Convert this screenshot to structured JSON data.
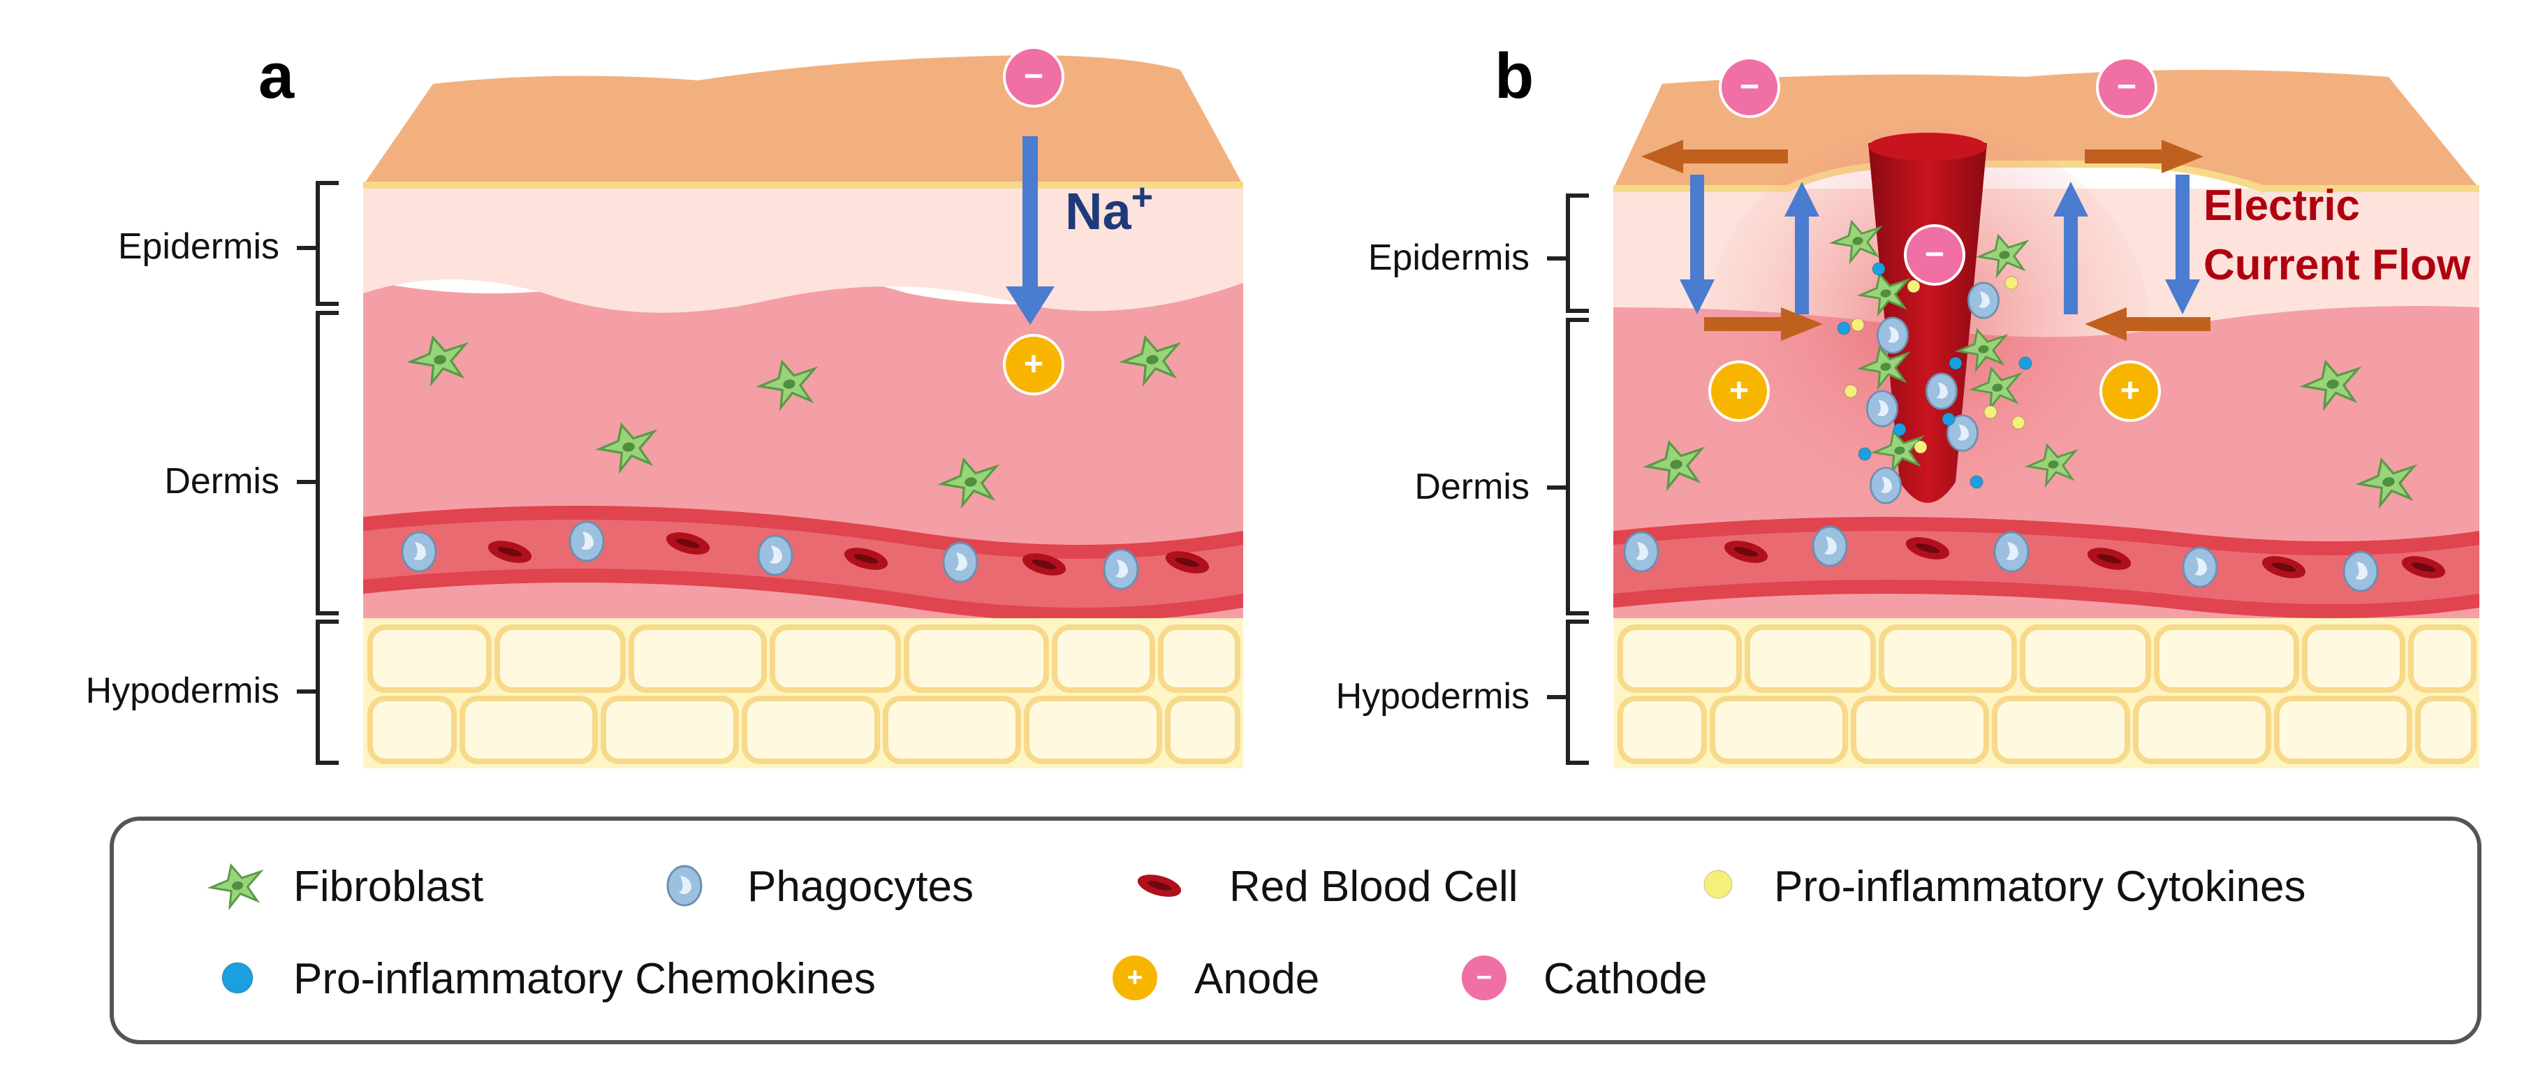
{
  "panels": {
    "a": {
      "label": "a",
      "layers": {
        "epidermis": "Epidermis",
        "dermis": "Dermis",
        "hypodermis": "Hypodermis"
      },
      "ion": "Na",
      "ion_charge": "+"
    },
    "b": {
      "label": "b",
      "layers": {
        "epidermis": "Epidermis",
        "dermis": "Dermis",
        "hypodermis": "Hypodermis"
      },
      "current_line1": "Electric",
      "current_line2": "Current Flow"
    }
  },
  "symbols": {
    "cathode": "−",
    "anode": "+"
  },
  "legend": {
    "fibroblast": "Fibroblast",
    "phagocytes": "Phagocytes",
    "red_blood_cell": "Red Blood Cell",
    "cytokines": "Pro-inflammatory Cytokines",
    "chemokines": "Pro-inflammatory Chemokines",
    "anode": "Anode",
    "cathode": "Cathode"
  },
  "colors": {
    "skin_top": "#f2b07e",
    "epidermis": "#fde3dc",
    "dermis": "#f49fa5",
    "vessel": "#e0444f",
    "hypodermis": "#fff4c4",
    "fibroblast": "#9ad47a",
    "phagocyte": "#9cc0e0",
    "rbc": "#b0101c",
    "cytokine": "#f4f07a",
    "chemokine": "#1a9fe0",
    "anode": "#f8b500",
    "cathode": "#f06fa4",
    "arrow_blue": "#4a7cd0",
    "arrow_orange": "#c0601e",
    "current_text": "#b00010",
    "ion_text": "#1f3a7a"
  }
}
